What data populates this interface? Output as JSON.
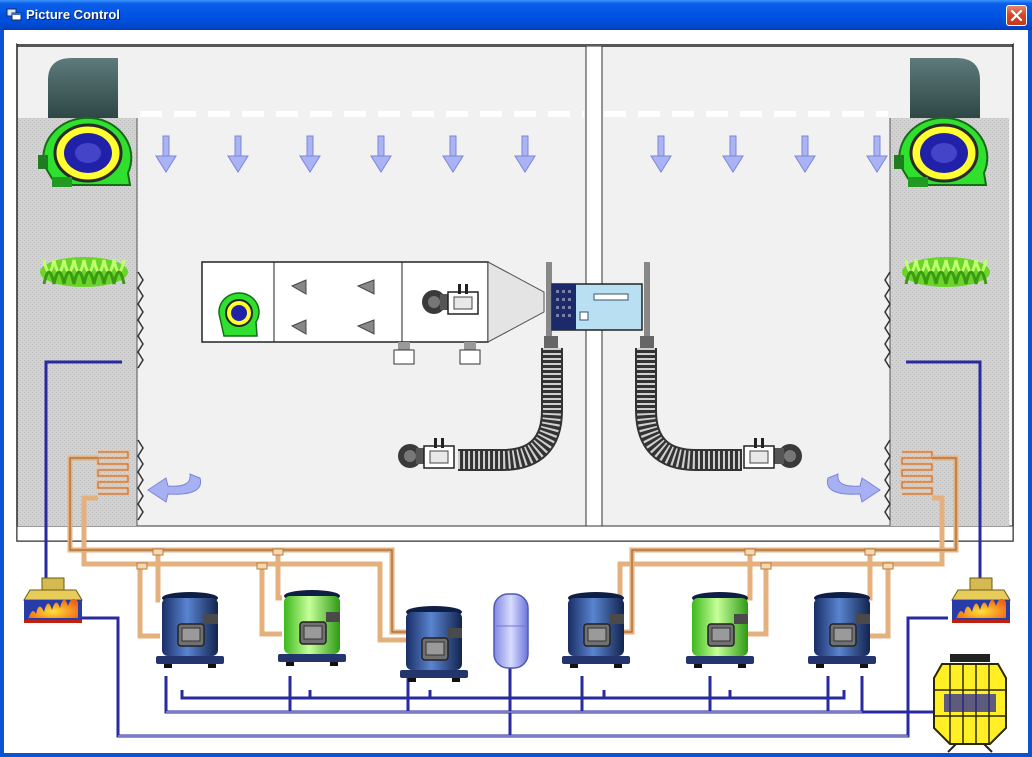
{
  "window": {
    "title": "Picture Control",
    "icon": "application-window-icon",
    "close_icon": "close-icon"
  },
  "scene": {
    "left_zone": {
      "fan": "centrifugal-fan-icon",
      "heater": "heating-coil-icon",
      "condenser": "condenser-coil-icon",
      "burner": "burner-icon"
    },
    "right_zone": {
      "fan": "centrifugal-fan-icon",
      "heater": "heating-coil-icon",
      "condenser": "condenser-coil-icon",
      "burner": "burner-icon"
    },
    "air_handler": {
      "fan": "centrifugal-fan-icon",
      "unit": "ac-control-unit-icon"
    },
    "compressors": [
      {
        "id": "c1",
        "state": "off"
      },
      {
        "id": "c2",
        "state": "on"
      },
      {
        "id": "c3",
        "state": "off"
      },
      {
        "id": "c4",
        "state": "off"
      },
      {
        "id": "c5",
        "state": "on"
      },
      {
        "id": "c6",
        "state": "off"
      }
    ],
    "receiver_tank": "receiver-tank-icon",
    "cooling_tower": "cooling-tower-icon",
    "colors": {
      "compressor_off": "#2c4a8c",
      "compressor_on": "#7ee84a",
      "fan_green": "#2ee02e",
      "pipe_blue": "#2a2a9c",
      "pipe_copper": "#e8b07a",
      "arrow_blue": "#9aa8f0",
      "cooling_tower": "#ffee22"
    }
  }
}
